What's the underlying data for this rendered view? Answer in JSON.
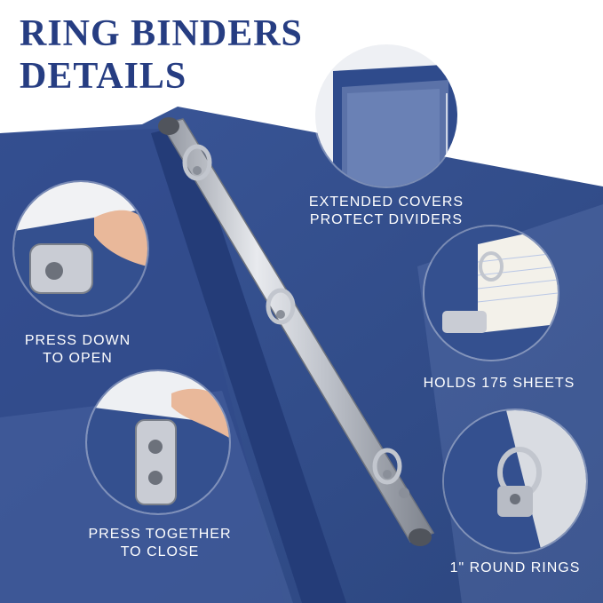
{
  "title": {
    "line1": "RING BINDERS",
    "line2": "DETAILS"
  },
  "captions": {
    "extended_line1": "EXTENDED COVERS",
    "extended_line2": "PROTECT DIVIDERS",
    "press_down_line1": "PRESS DOWN",
    "press_down_line2": "TO OPEN",
    "holds_sheets": "HOLDS 175 SHEETS",
    "press_together_line1": "PRESS TOGETHER",
    "press_together_line2": "TO CLOSE",
    "round_rings": "1\" ROUND RINGS"
  },
  "colors": {
    "binder_blue": "#34508f",
    "binder_dark": "#243c78",
    "title_navy": "#263d82",
    "caption_white": "#ffffff",
    "metal": "#c9ccd4"
  },
  "icons": [
    "binder-spine",
    "ring",
    "hand"
  ]
}
